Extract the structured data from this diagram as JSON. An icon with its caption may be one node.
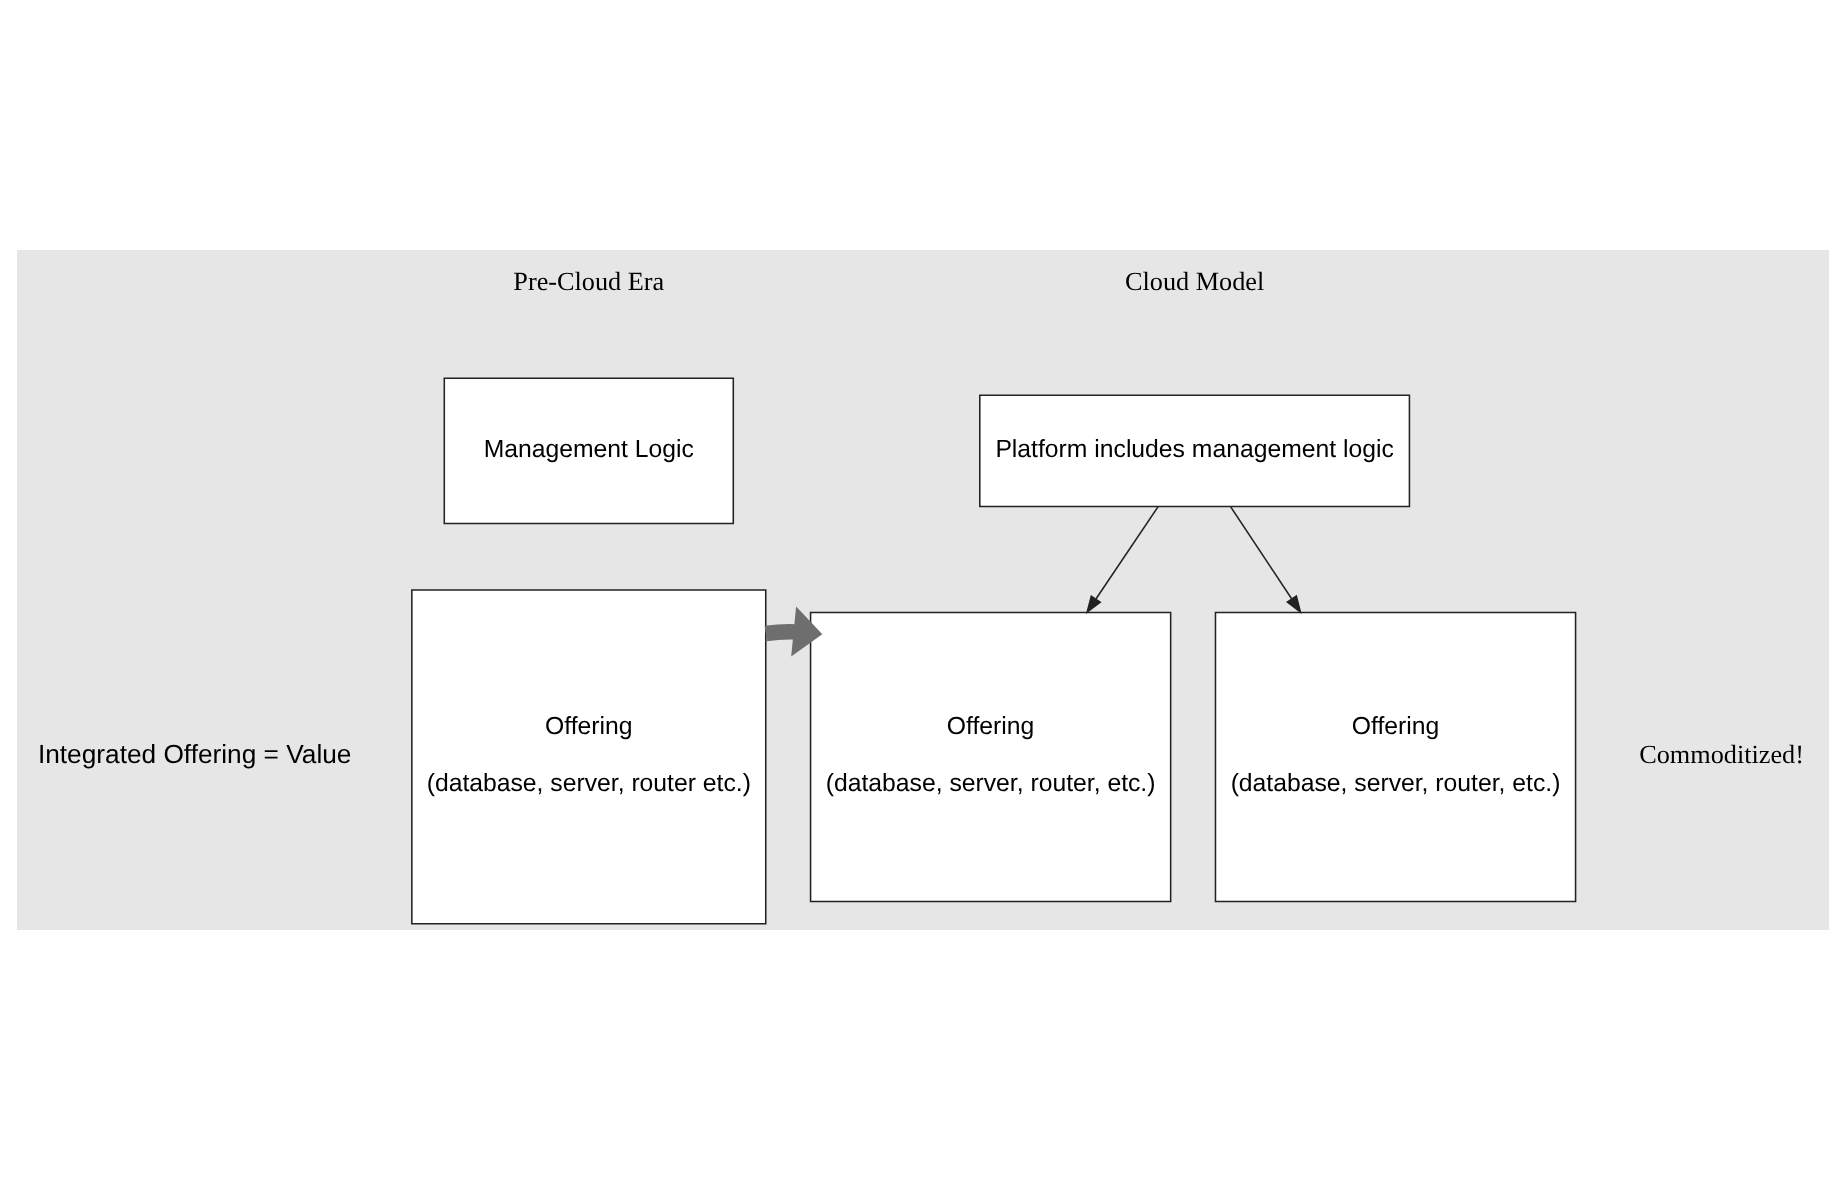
{
  "diagram": {
    "nodes": [
      {
        "text": [
          "Management Logic"
        ]
      },
      {
        "text": [
          "Offering",
          "(database, server, router etc.)"
        ]
      },
      {
        "text": [
          "Platform includes management logic"
        ]
      },
      {
        "text": [
          "Offering",
          "(database, server, router, etc.)"
        ]
      },
      {
        "text": [
          "Offering",
          "(database, server, router, etc.)"
        ]
      }
    ],
    "edges": [
      {
        "from": 1,
        "to": 3,
        "arrow": "to",
        "style": "thick",
        "color": "#6e6e6e"
      },
      {
        "from": 2,
        "to": 3,
        "arrow": "to"
      },
      {
        "from": 2,
        "to": 4,
        "arrow": "to"
      }
    ],
    "labels": [
      "Pre-Cloud Era",
      "Cloud Model",
      "Integrated Offering = Value",
      "Commoditized!"
    ]
  }
}
